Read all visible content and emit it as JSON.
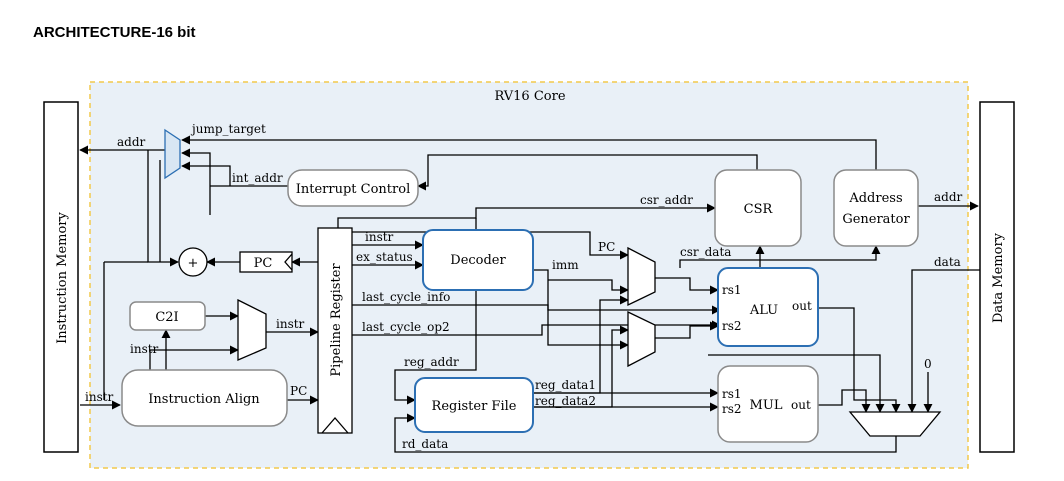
{
  "title": "ARCHITECTURE-16 bit",
  "colors": {
    "core_bg": "#e9f0f7",
    "core_border": "#f2c94c",
    "highlight_border": "#2c6fb3",
    "block_border": "#8a8a8a"
  },
  "core_label": "RV16 Core",
  "blocks": {
    "instruction_memory": "Instruction Memory",
    "data_memory": "Data Memory",
    "interrupt_control": "Interrupt Control",
    "pc": "PC",
    "c2i": "C2I",
    "instruction_align": "Instruction Align",
    "pipeline_register": "Pipeline Register",
    "decoder": "Decoder",
    "register_file": "Register File",
    "csr": "CSR",
    "address_generator_l1": "Address",
    "address_generator_l2": "Generator",
    "alu": "ALU",
    "mul": "MUL",
    "adder": "+"
  },
  "ports": {
    "rs1": "rs1",
    "rs2": "rs2",
    "out": "out"
  },
  "signals": {
    "jump_target": "jump_target",
    "addr": "addr",
    "int_addr": "int_addr",
    "instr": "instr",
    "pc": "PC",
    "ex_status": "ex_status",
    "last_cycle_info": "last_cycle_info",
    "last_cycle_op2": "last_cycle_op2",
    "reg_addr": "reg_addr",
    "reg_data1": "reg_data1",
    "reg_data2": "reg_data2",
    "rd_data": "rd_data",
    "imm": "imm",
    "csr_addr": "csr_addr",
    "csr_data": "csr_data",
    "data": "data",
    "zero": "0"
  }
}
